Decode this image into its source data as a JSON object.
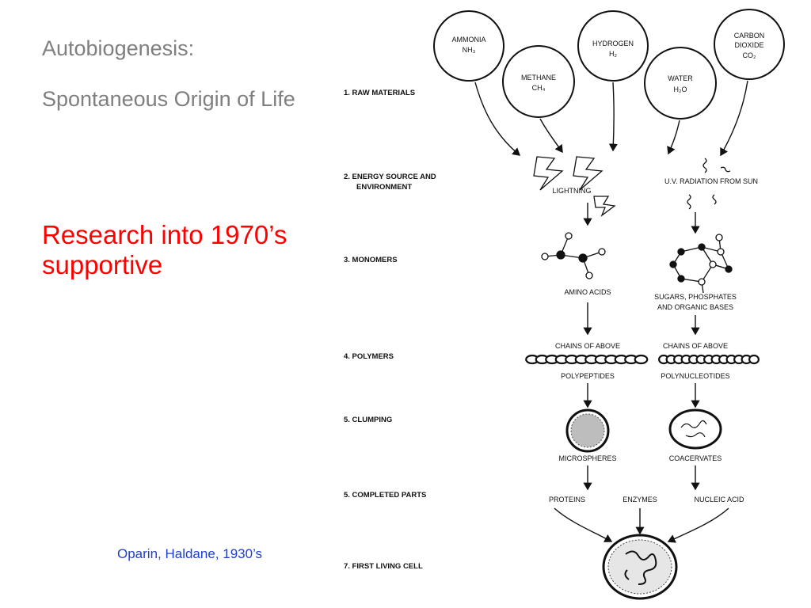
{
  "slide": {
    "title": "Autobiogenesis:",
    "subtitle": "Spontaneous Origin of Life",
    "emphasis": "Research into 1970’s supportive",
    "citation": "Oparin, Haldane, 1930’s"
  },
  "diagram": {
    "steps": [
      "1. RAW MATERIALS",
      "2. ENERGY SOURCE AND",
      "ENVIRONMENT",
      "3. MONOMERS",
      "4. POLYMERS",
      "5. CLUMPING",
      "5. COMPLETED PARTS",
      "7. FIRST LIVING CELL"
    ],
    "raw_materials": [
      {
        "name": "AMMONIA",
        "formula": "NH₃"
      },
      {
        "name": "METHANE",
        "formula": "CH₄"
      },
      {
        "name": "HYDROGEN",
        "formula": "H₂"
      },
      {
        "name": "WATER",
        "formula": "H₂O"
      },
      {
        "name": "CARBON",
        "name2": "DIOXIDE",
        "formula": "CO₂"
      }
    ],
    "energy": {
      "left": "LIGHTNING",
      "right": "U.V. RADIATION FROM SUN"
    },
    "monomers": {
      "left": "AMINO ACIDS",
      "right_line1": "SUGARS, PHOSPHATES",
      "right_line2": "AND ORGANIC BASES"
    },
    "polymers": {
      "left_top": "CHAINS OF ABOVE",
      "left_bottom": "POLYPEPTIDES",
      "right_top": "CHAINS OF ABOVE",
      "right_bottom": "POLYNUCLEOTIDES"
    },
    "clumping": {
      "left": "MICROSPHERES",
      "right": "COACERVATES"
    },
    "parts": {
      "left": "PROTEINS",
      "middle": "ENZYMES",
      "right": "NUCLEIC ACID"
    }
  }
}
